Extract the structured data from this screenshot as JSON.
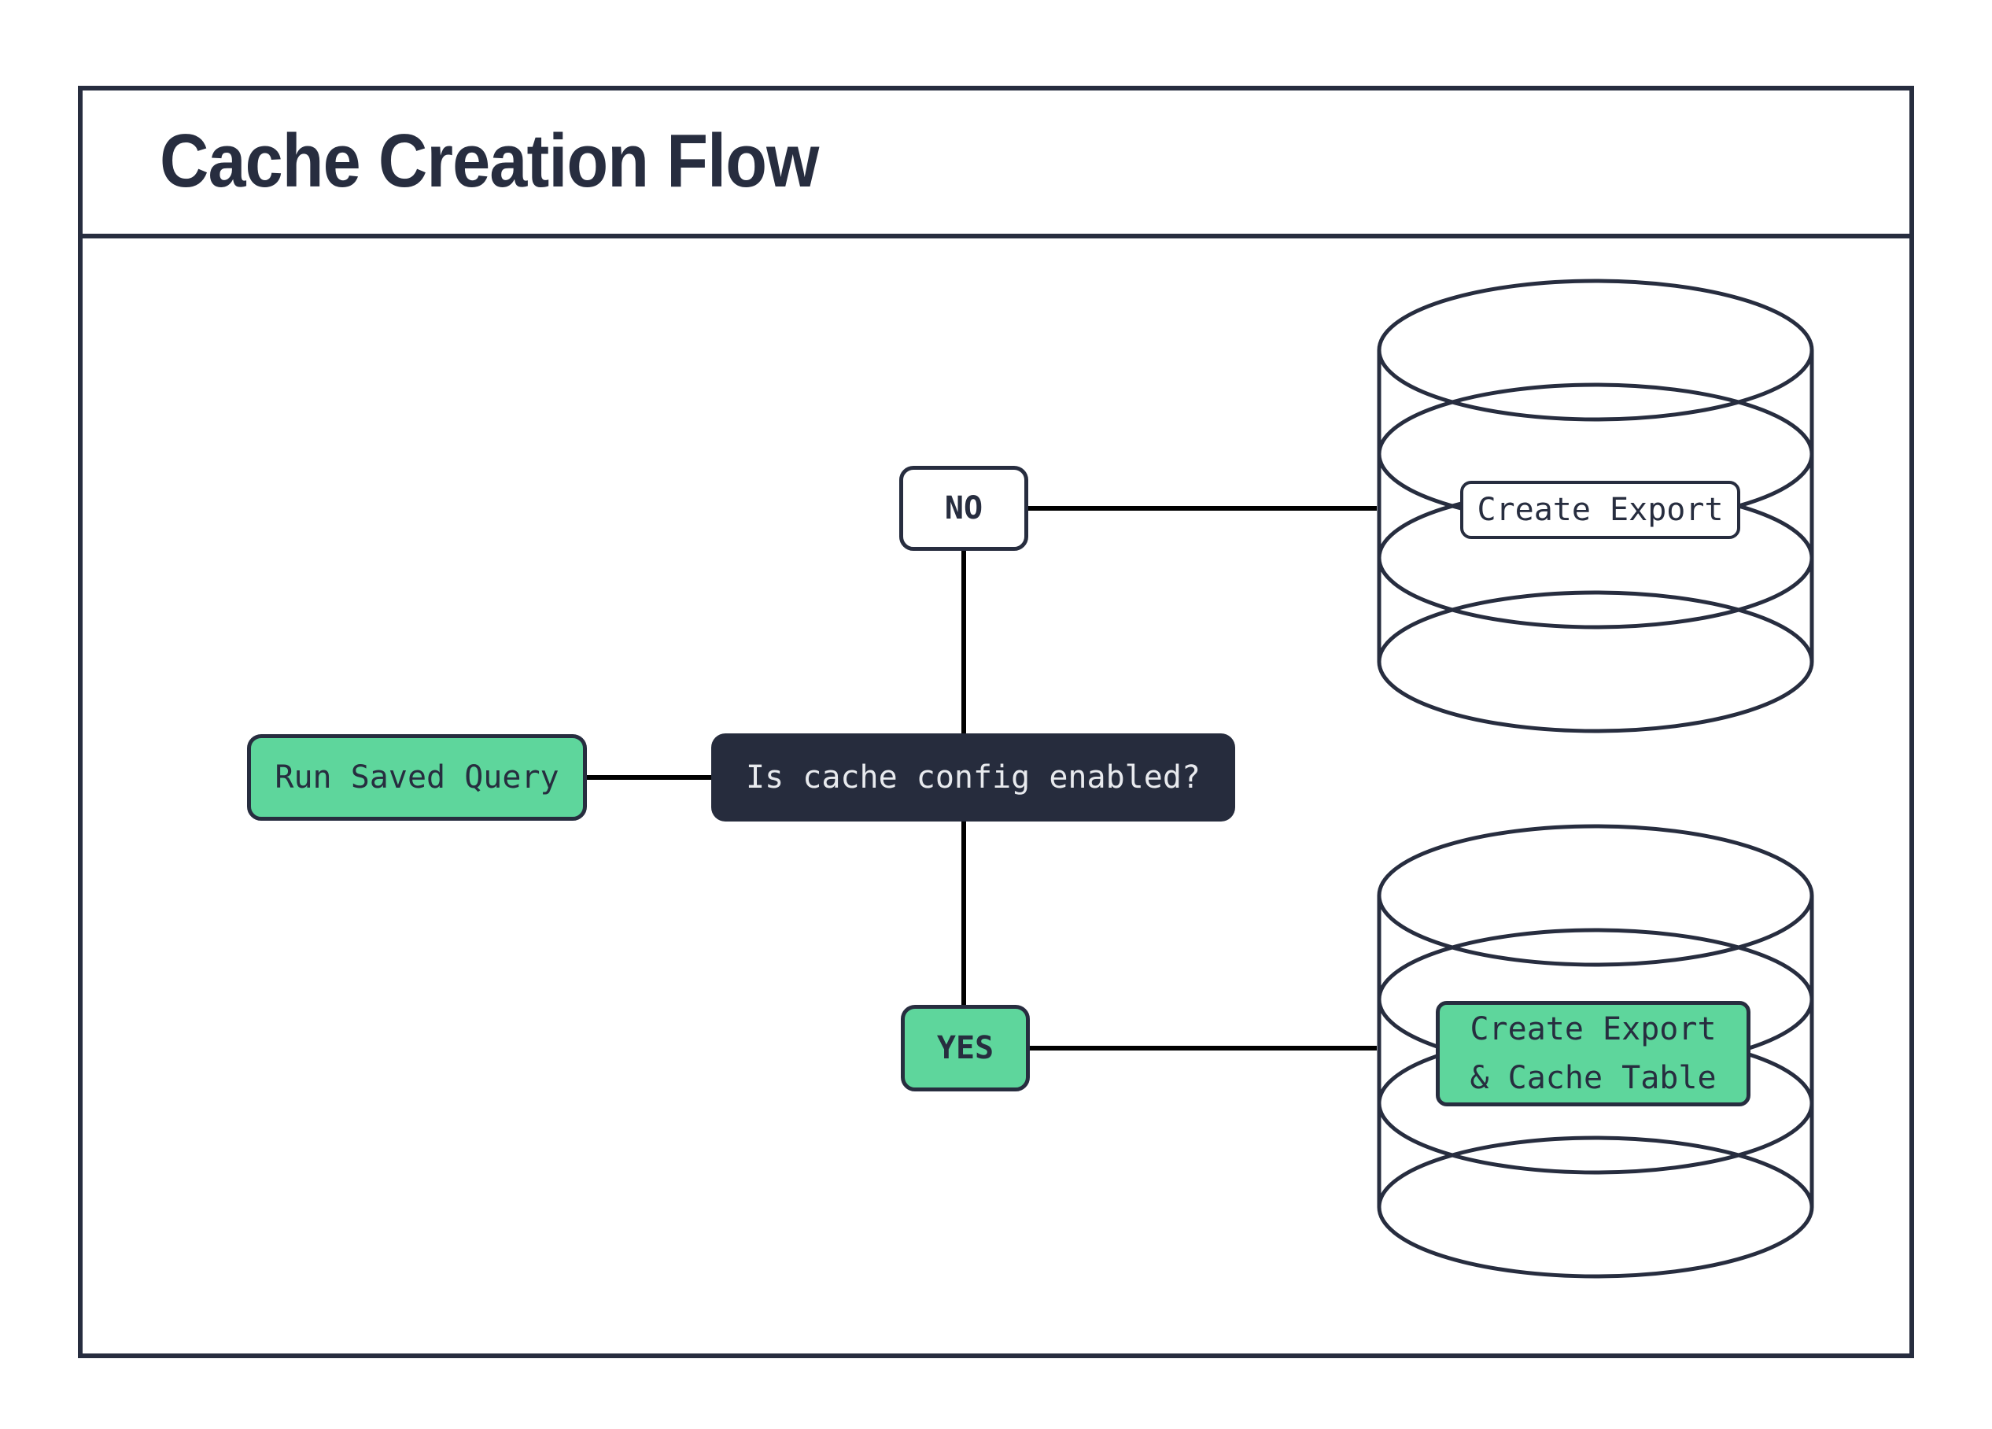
{
  "title": "Cache Creation Flow",
  "colors": {
    "navy": "#272d3f",
    "green": "#5ed69c",
    "connector": "#000000",
    "dark_node_text": "#e8eaee",
    "background": "#ffffff"
  },
  "nodes": {
    "start": {
      "label": "Run Saved Query"
    },
    "question": {
      "label": "Is cache config enabled?"
    },
    "branch_no": {
      "label": "NO"
    },
    "branch_yes": {
      "label": "YES"
    },
    "no_result": {
      "label": "Create Export"
    },
    "yes_result": {
      "label_line1": "Create Export",
      "label_line2": "& Cache Table"
    }
  }
}
